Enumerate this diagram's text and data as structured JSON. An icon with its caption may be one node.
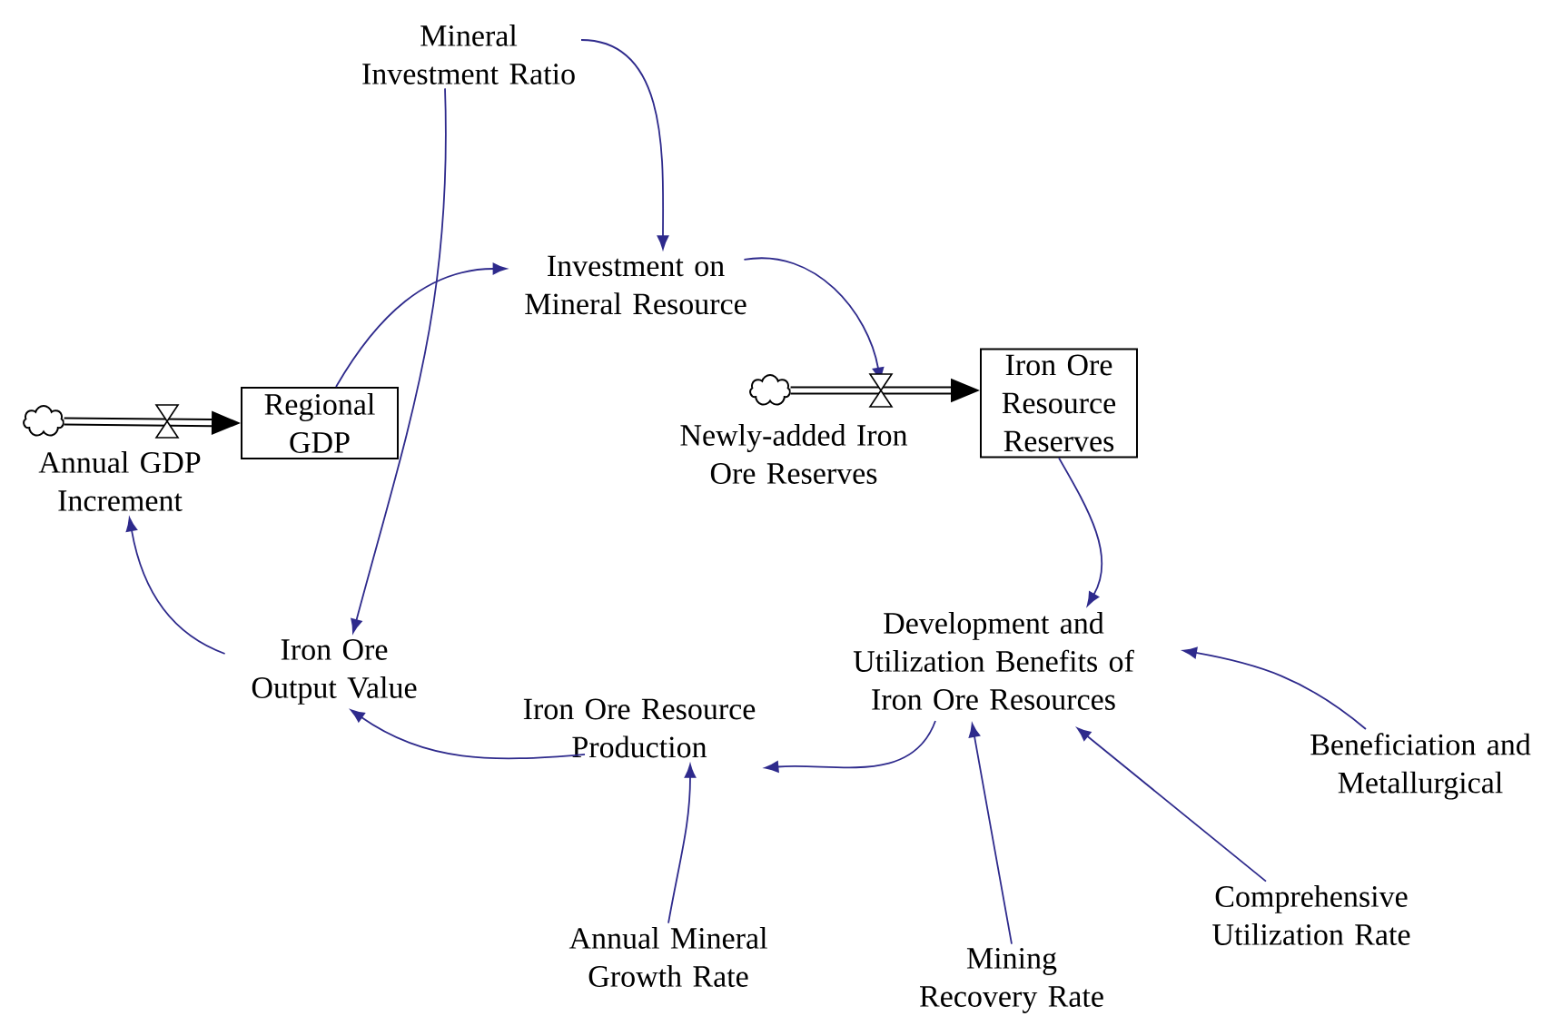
{
  "diagram": {
    "nodes": [
      {
        "text": [
          "Mineral Investment Ratio"
        ]
      },
      {
        "text": [
          "Investment on Mineral Resource"
        ]
      },
      {
        "text": [],
        "shape": "cloud"
      },
      {
        "text": [
          "Regional GDP"
        ]
      },
      {
        "text": [
          "Annual GDP Increment"
        ]
      },
      {
        "text": [],
        "shape": "cloud"
      },
      {
        "text": [
          "Iron Ore Resource Reserves"
        ]
      },
      {
        "text": [
          "Newly-added Iron Ore Reserves"
        ]
      },
      {
        "text": [
          "Development and Utilization Benefits of Iron Ore Resources"
        ]
      },
      {
        "text": [
          "Iron Ore Output Value"
        ]
      },
      {
        "text": [
          "Iron Ore Resource Production"
        ]
      },
      {
        "text": [
          "Beneficiation and Metallurgical"
        ]
      },
      {
        "text": [
          "Annual Mineral Growth Rate"
        ]
      },
      {
        "text": [
          "Mining Recovery Rate"
        ]
      },
      {
        "text": [
          "Comprehensive Utilization Rate"
        ]
      }
    ],
    "edges": [
      {
        "from": 0,
        "to": 1,
        "arrow": "to"
      },
      {
        "from": 0,
        "to": 9,
        "arrow": "to"
      },
      {
        "from": 3,
        "to": 1,
        "arrow": "to"
      },
      {
        "from": 1,
        "to": 7,
        "arrow": "to"
      },
      {
        "from": 2,
        "to": 3,
        "arrow": "to",
        "style": "thick",
        "color": "#000000"
      },
      {
        "from": 5,
        "to": 6,
        "arrow": "to",
        "style": "thick",
        "color": "#000000"
      },
      {
        "from": 6,
        "to": 8,
        "arrow": "to"
      },
      {
        "from": 11,
        "to": 8,
        "arrow": "to"
      },
      {
        "from": 14,
        "to": 8,
        "arrow": "to"
      },
      {
        "from": 13,
        "to": 8,
        "arrow": "to"
      },
      {
        "from": 8,
        "to": 10,
        "arrow": "to"
      },
      {
        "from": 12,
        "to": 10,
        "arrow": "to"
      },
      {
        "from": 10,
        "to": 9,
        "arrow": "to"
      },
      {
        "from": 9,
        "to": 4,
        "arrow": "to"
      }
    ]
  }
}
